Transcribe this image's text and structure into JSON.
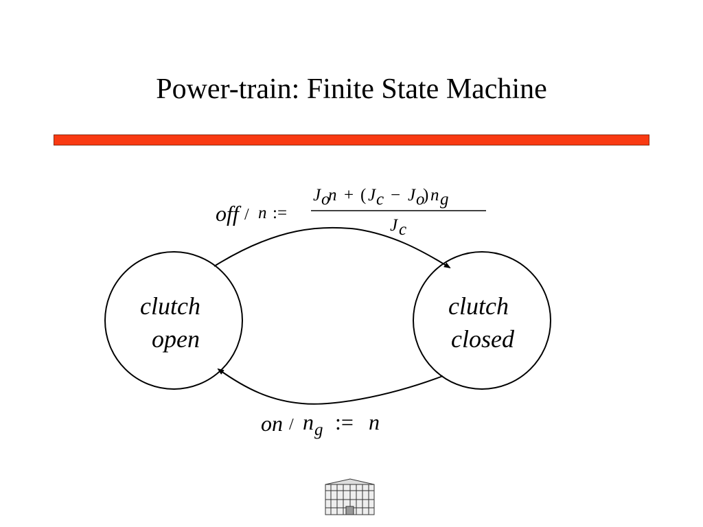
{
  "slide": {
    "title": "Power-train: Finite State Machine",
    "rule_color": "#f93a12"
  },
  "states": [
    {
      "id": "open",
      "line1": "clutch",
      "line2": "open"
    },
    {
      "id": "closed",
      "line1": "clutch",
      "line2": "closed"
    }
  ],
  "transitions": {
    "top": {
      "from": "open",
      "to": "closed",
      "event": "off",
      "slash": "/",
      "lhs": "n",
      "assign": ":=",
      "numerator": {
        "J": "J",
        "o": "o",
        "n": "n",
        "plus": "+",
        "lparen": "(",
        "Jc": "J",
        "c": "c",
        "minus": "−",
        "Jo": "J",
        "o2": "o",
        "rparen": ")",
        "ng": "n",
        "g": "g"
      },
      "denominator": {
        "J": "J",
        "c": "c"
      }
    },
    "bottom": {
      "from": "closed",
      "to": "open",
      "event": "on",
      "slash": "/",
      "lhs": "n",
      "lhs_sub": "g",
      "assign": ":=",
      "rhs": "n"
    }
  },
  "logo": {
    "name": "university-building-logo"
  }
}
